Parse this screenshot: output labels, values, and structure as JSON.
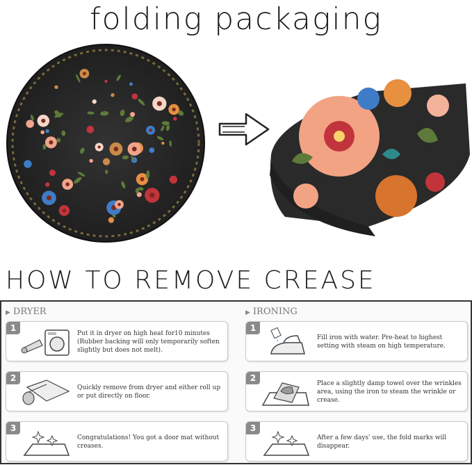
{
  "header": {
    "title": "folding packaging"
  },
  "section": {
    "title": "HOW TO REMOVE CREASE DRYER"
  },
  "dryer": {
    "heading": "DRYER",
    "steps": [
      {
        "num": "1",
        "icon": "dryer-icon",
        "text": "Put it in dryer on high heat for10 minutes (Rubber backing will only temporarily soften slightly but does not melt)."
      },
      {
        "num": "2",
        "icon": "roll-mat-icon",
        "text": "Quickly remove from dryer and either roll up or put directly on floor."
      },
      {
        "num": "3",
        "icon": "sparkle-mat-icon",
        "text": "Congratulations! You got a door mat without creases."
      }
    ]
  },
  "ironing": {
    "heading": "IRONING",
    "steps": [
      {
        "num": "1",
        "icon": "iron-icon",
        "text": "Fill iron with water. Pre-heat to highest setting with steam on high temperature."
      },
      {
        "num": "2",
        "icon": "iron-towel-icon",
        "text": "Place a slightly damp towel over the wrinkles area, using the iron to steam the wrinkle or crease."
      },
      {
        "num": "3",
        "icon": "sparkle-mat-icon",
        "text": "After a few days' use, the fold marks will disappear."
      }
    ]
  },
  "colors": {
    "rug_bg": "#2b2b2b",
    "flower_pink": "#f0a58a",
    "flower_red": "#c2343b",
    "flower_blue": "#3f7cc7",
    "leaf": "#5d7a3a",
    "step_badge": "#8a8a8a"
  }
}
